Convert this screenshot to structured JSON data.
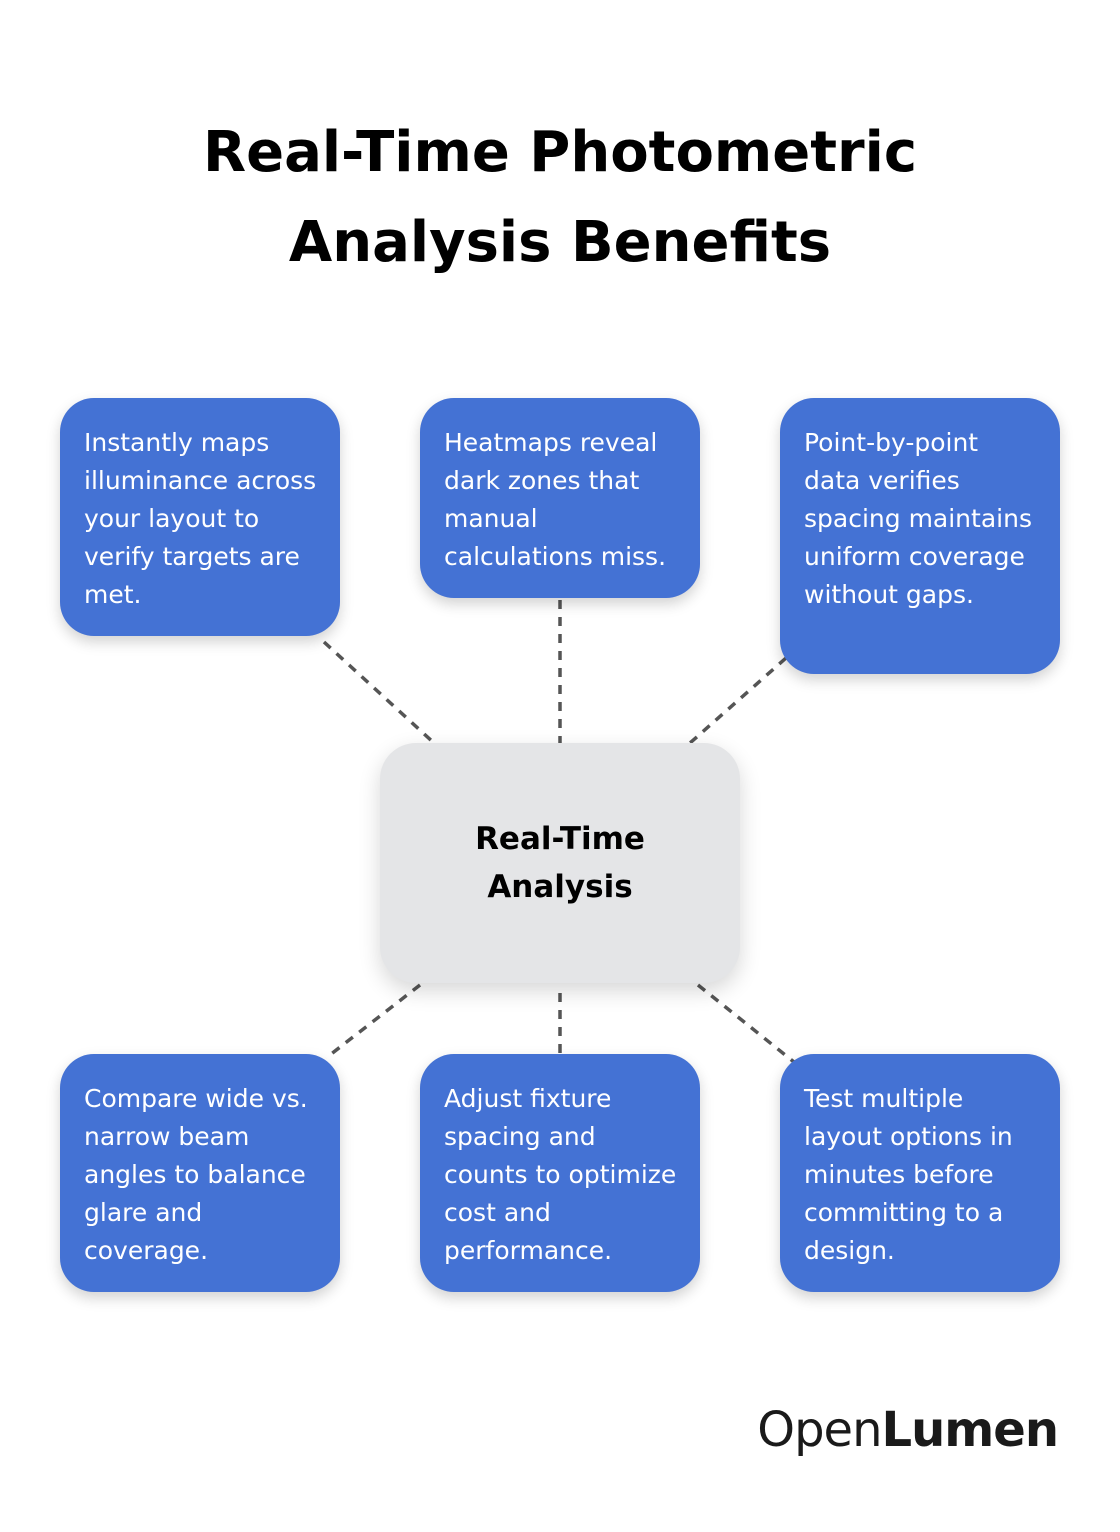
{
  "title": {
    "line1": "Real-Time Photometric",
    "line2": "Analysis Benefits"
  },
  "center": {
    "line1": "Real-Time",
    "line2": "Analysis"
  },
  "cards": [
    {
      "text": "Instantly maps illuminance across your layout to verify targets are met."
    },
    {
      "text": "Heatmaps reveal dark zones that manual calculations miss."
    },
    {
      "text": "Point-by-point data verifies spacing maintains uniform coverage without gaps."
    },
    {
      "text": "Compare wide vs. narrow beam angles to balance glare and coverage."
    },
    {
      "text": "Adjust fixture spacing and counts to optimize cost and performance."
    },
    {
      "text": "Test multiple layout options in minutes before committing to a design."
    }
  ],
  "logo": {
    "part1": "Open",
    "part2": "Lumen"
  },
  "colors": {
    "card": "#4472d4",
    "center": "#e4e5e7",
    "connector": "#555555"
  }
}
